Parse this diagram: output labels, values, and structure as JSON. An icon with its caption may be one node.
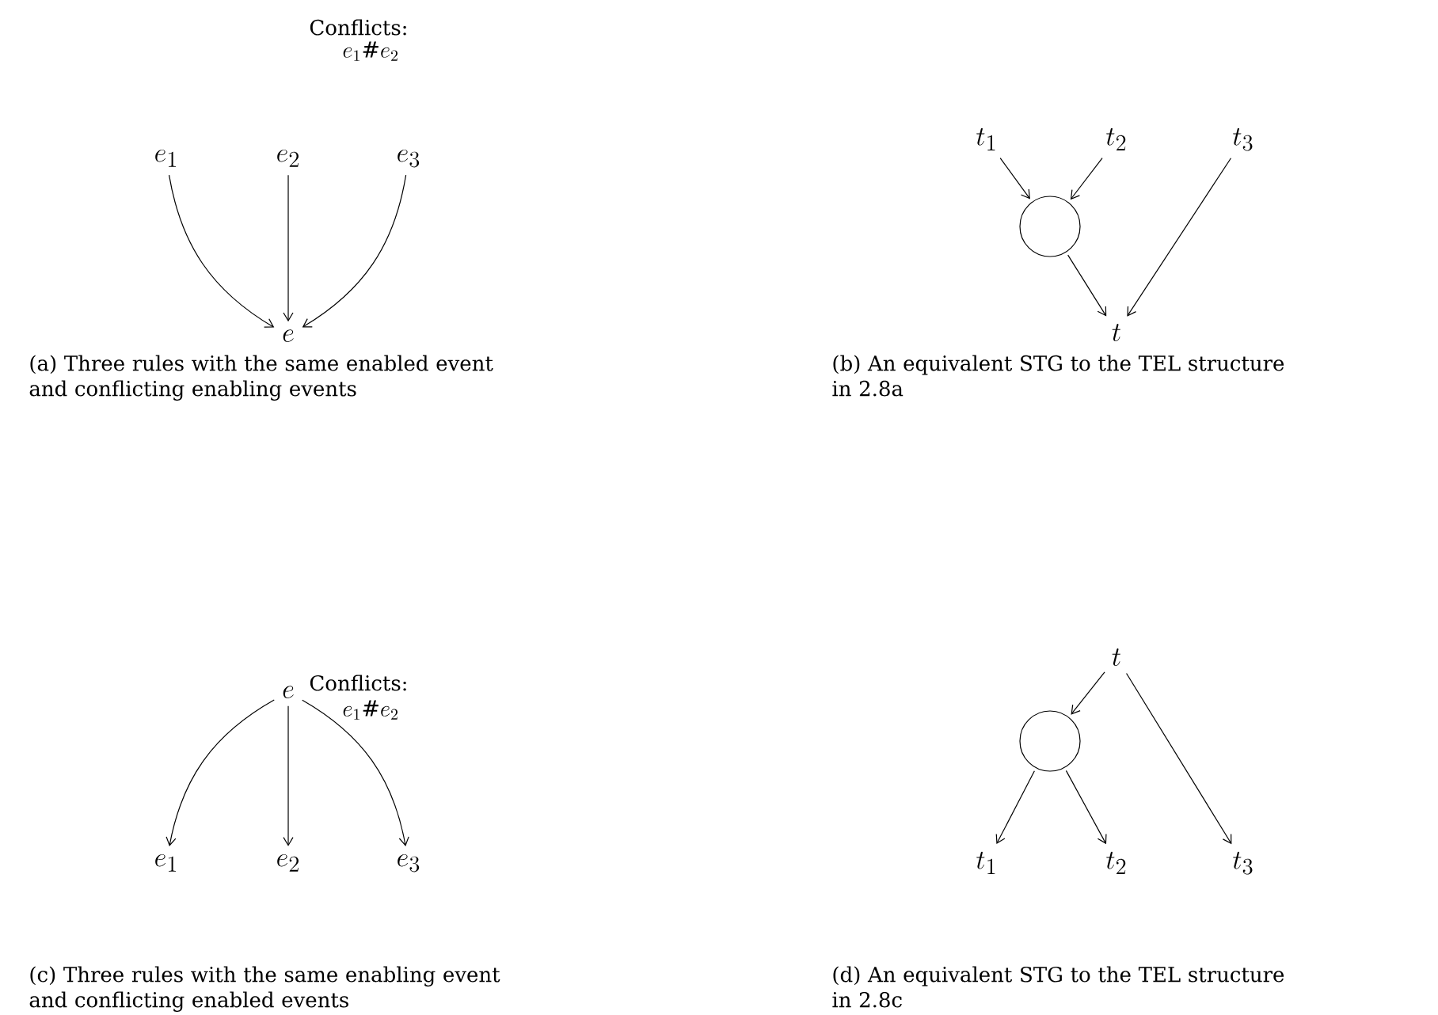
{
  "diagram": {
    "nodes": [
      {
        "text": [
          "e_1"
        ]
      },
      {
        "text": [
          "e_2"
        ]
      },
      {
        "text": [
          "e_3"
        ]
      },
      {
        "text": [
          "e"
        ]
      },
      {
        "text": [
          "t_1"
        ]
      },
      {
        "text": [
          "t_2"
        ]
      },
      {
        "text": [
          "t_3"
        ]
      },
      {
        "text": [],
        "shape": "circle"
      },
      {
        "text": [
          "t"
        ]
      },
      {
        "text": [
          "e"
        ]
      },
      {
        "text": [
          "e_1"
        ]
      },
      {
        "text": [
          "e_2"
        ]
      },
      {
        "text": [
          "e_3"
        ]
      },
      {
        "text": [
          "t"
        ]
      },
      {
        "text": [],
        "shape": "circle"
      },
      {
        "text": [
          "t_1"
        ]
      },
      {
        "text": [
          "t_2"
        ]
      },
      {
        "text": [
          "t_3"
        ]
      }
    ],
    "edges": [
      {
        "from": 0,
        "to": 3,
        "arrow": "to"
      },
      {
        "from": 1,
        "to": 3,
        "arrow": "to"
      },
      {
        "from": 2,
        "to": 3,
        "arrow": "to"
      },
      {
        "from": 4,
        "to": 7,
        "arrow": "to"
      },
      {
        "from": 5,
        "to": 7,
        "arrow": "to"
      },
      {
        "from": 7,
        "to": 8,
        "arrow": "to"
      },
      {
        "from": 6,
        "to": 8,
        "arrow": "to"
      },
      {
        "from": 9,
        "to": 10,
        "arrow": "to"
      },
      {
        "from": 9,
        "to": 11,
        "arrow": "to"
      },
      {
        "from": 9,
        "to": 12,
        "arrow": "to"
      },
      {
        "from": 13,
        "to": 14,
        "arrow": "to"
      },
      {
        "from": 14,
        "to": 15,
        "arrow": "to"
      },
      {
        "from": 14,
        "to": 16,
        "arrow": "to"
      },
      {
        "from": 13,
        "to": 17,
        "arrow": "to"
      }
    ],
    "labels": [
      "Conflicts:",
      "e_1\\#e_2",
      "(a) Three rules with the same enabled event and conflicting enabling events",
      "(b) An equivalent STG to the TEL structure in 2.8a",
      "Conflicts:",
      "e_1\\#e_2",
      "(c) Three rules with the same enabling event and conflicting enabled events",
      "(d) An equivalent STG to the TEL structure in 2.8c"
    ]
  }
}
